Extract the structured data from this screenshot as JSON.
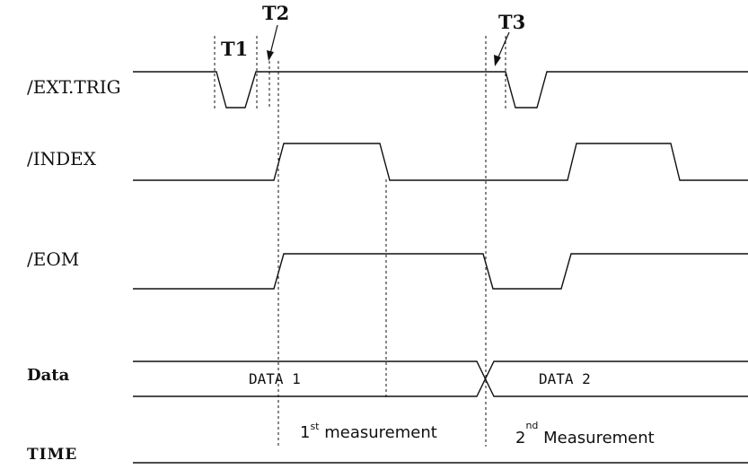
{
  "signals": {
    "ext_trig": "/EXT.TRIG",
    "index": "/INDEX",
    "eom": "/EOM",
    "data": "Data",
    "time": "TIME"
  },
  "markers": {
    "t1": "T1",
    "t2": "T2",
    "t3": "T3"
  },
  "data_cells": {
    "data1": "DATA 1",
    "data2": "DATA 2"
  },
  "measurements": {
    "first": {
      "number": "1",
      "suffix": "st",
      "label": " measurement"
    },
    "second": {
      "number": "2",
      "suffix": "nd",
      "label": " Measurement"
    }
  }
}
